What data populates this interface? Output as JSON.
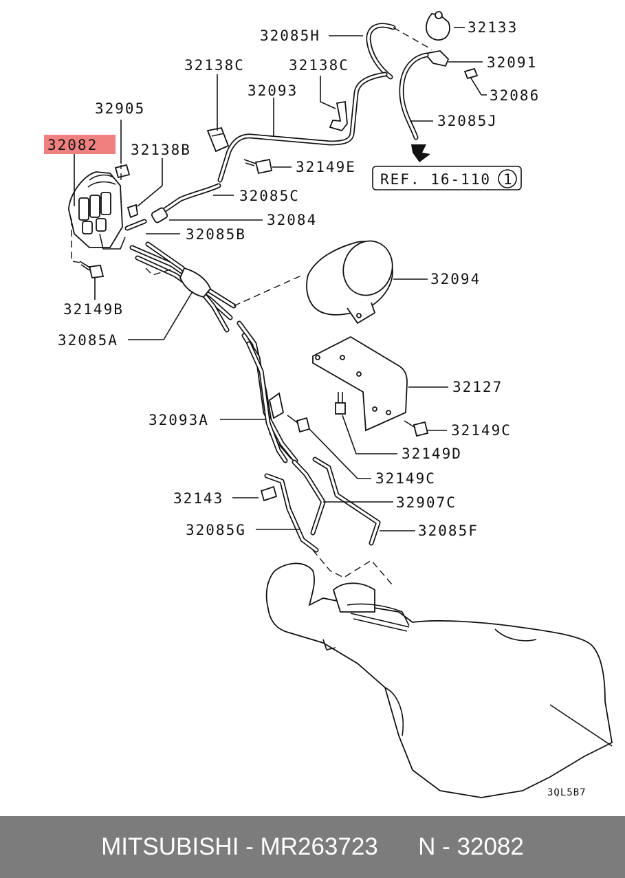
{
  "labels": {
    "l32085H": "32085H",
    "l32133": "32133",
    "l32138C_a": "32138C",
    "l32138C_b": "32138C",
    "l32091": "32091",
    "l32093": "32093",
    "l32086": "32086",
    "l32905": "32905",
    "l32085J": "32085J",
    "l32082": "32082",
    "l32138B": "32138B",
    "l32149E": "32149E",
    "ref": "REF. 16-110",
    "ref_circle": "1",
    "l32085C": "32085C",
    "l32084": "32084",
    "l32085B": "32085B",
    "l32094": "32094",
    "l32149B": "32149B",
    "l32085A": "32085A",
    "l32127": "32127",
    "l32093A": "32093A",
    "l32149C_a": "32149C",
    "l32149D": "32149D",
    "l32149C_b": "32149C",
    "l32143": "32143",
    "l32907C": "32907C",
    "l32085G": "32085G",
    "l32085F": "32085F",
    "code": "3QL5B7"
  },
  "highlight_color": "#f08080",
  "footer": {
    "brand": "MITSUBISHI",
    "sep1": " - ",
    "part_number": "MR263723",
    "gap": "      ",
    "ref_prefix": "N",
    "sep2": " - ",
    "ref_number": "32082"
  }
}
